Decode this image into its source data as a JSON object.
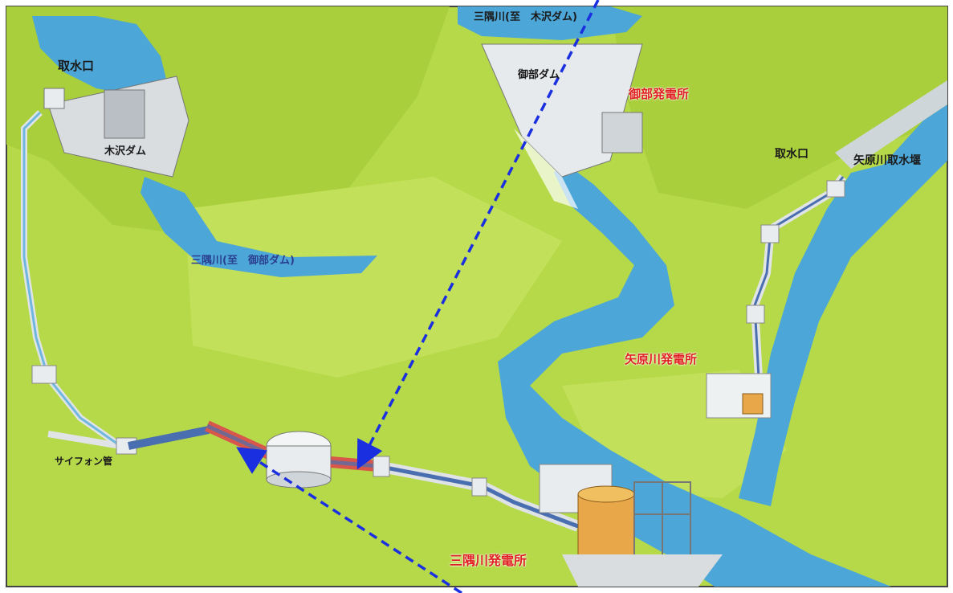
{
  "labels": {
    "intake_left": "取水口",
    "kisawa_dam": "木沢ダム",
    "mikuma_gawa_top": "三隅川(至　木沢ダム)",
    "mibu_dam": "御部ダム",
    "mibu_station": "御部発電所",
    "mikuma_gawa_left": "三隅川(至　御部ダム)",
    "intake_right": "取水口",
    "yabara_weir": "矢原川取水堰",
    "yabara_station": "矢原川発電所",
    "siphon": "サイフォン管",
    "mikuma_station": "三隅川発電所"
  },
  "colors": {
    "mountain": "#b6d94a",
    "river": "#4da6d8",
    "concrete": "#d9dde0",
    "penstock_highlight": "#d8574a",
    "pointer": "#1a2fe0",
    "station_label": "#e02020"
  }
}
